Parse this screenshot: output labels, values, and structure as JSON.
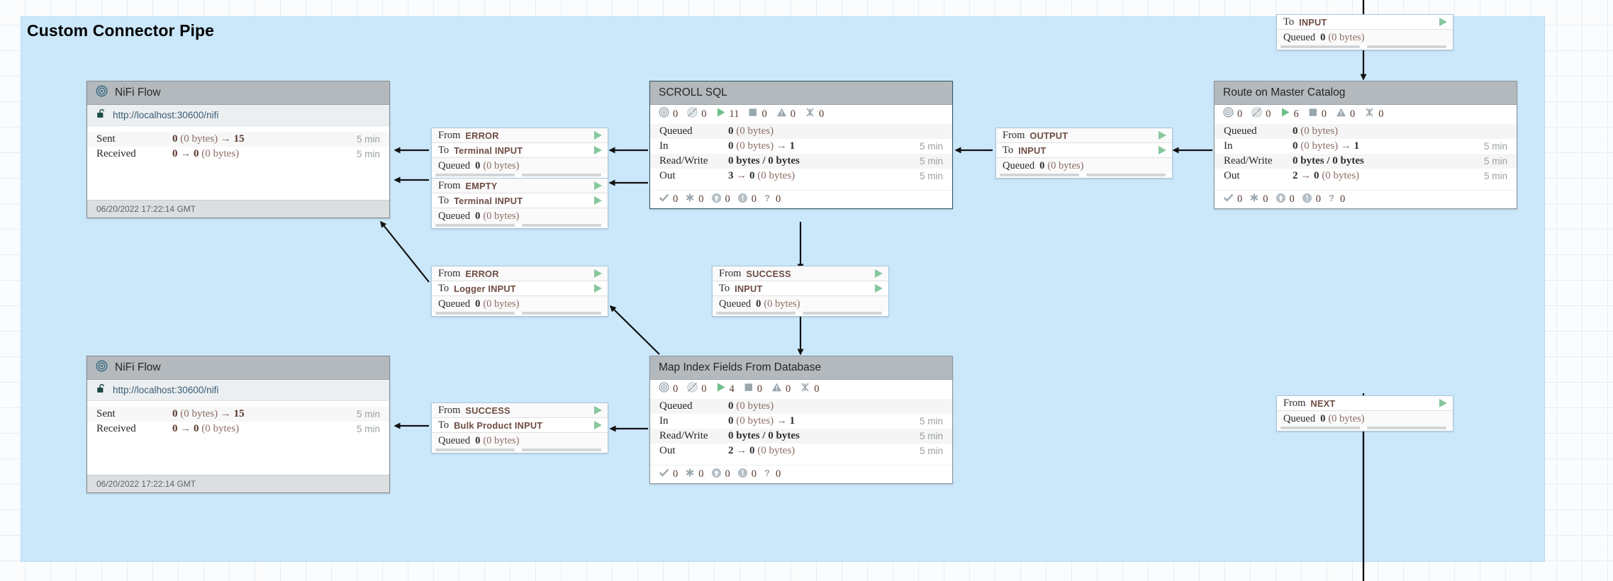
{
  "page": {
    "title": "Custom Connector Pipe",
    "canvas_bg": "#cbe8fb",
    "grid_color": "#e7edf1"
  },
  "remote_process_groups": [
    {
      "name": "nifi-flow-top",
      "title": "NiFi Flow",
      "uri": "http://localhost:30600/nifi",
      "icon": "remote-process-group-icon",
      "lock_icon": "unlocked-padlock-icon",
      "stats": [
        {
          "label": "Sent",
          "value_bold_1": "0",
          "value_rest": " (0 bytes) → ",
          "value_bold_2": "15",
          "time": "5 min"
        },
        {
          "label": "Received",
          "value_bold_1": "0",
          "value_rest": " → ",
          "value_bold_2": "0",
          "value_tail": " (0 bytes)",
          "time": "5 min"
        }
      ],
      "timestamp": "06/20/2022 17:22:14 GMT"
    },
    {
      "name": "nifi-flow-bottom",
      "title": "NiFi Flow",
      "uri": "http://localhost:30600/nifi",
      "icon": "remote-process-group-icon",
      "lock_icon": "unlocked-padlock-icon",
      "stats": [
        {
          "label": "Sent",
          "value_bold_1": "0",
          "value_rest": " (0 bytes) → ",
          "value_bold_2": "15",
          "time": "5 min"
        },
        {
          "label": "Received",
          "value_bold_1": "0",
          "value_rest": " → ",
          "value_bold_2": "0",
          "value_tail": " (0 bytes)",
          "time": "5 min"
        }
      ],
      "timestamp": "06/20/2022 17:22:14 GMT"
    }
  ],
  "process_groups": [
    {
      "name": "scroll-sql",
      "title": "SCROLL SQL",
      "counts": {
        "transmitting": "0",
        "not_transmitting": "0",
        "running": "11",
        "stopped": "0",
        "invalid": "0",
        "disabled": "0"
      },
      "stats": {
        "queued_label": "Queued",
        "queued_value": "0",
        "queued_bytes": "(0 bytes)",
        "in_label": "In",
        "in_value": "0",
        "in_rest": " (0 bytes) → ",
        "in_value2": "1",
        "in_time": "5 min",
        "rw_label": "Read/Write",
        "rw_value": "0 bytes / 0 bytes",
        "rw_time": "5 min",
        "out_label": "Out",
        "out_value": "3",
        "out_rest": " → ",
        "out_value2": "0",
        "out_tail": " (0 bytes)",
        "out_time": "5 min"
      },
      "footer": {
        "valid": "0",
        "versioned": "0",
        "sync_failure": "0",
        "locally_modified": "0",
        "unknown": "0"
      }
    },
    {
      "name": "route-on-master-catalog",
      "title": "Route on Master Catalog",
      "counts": {
        "transmitting": "0",
        "not_transmitting": "0",
        "running": "6",
        "stopped": "0",
        "invalid": "0",
        "disabled": "0"
      },
      "stats": {
        "queued_label": "Queued",
        "queued_value": "0",
        "queued_bytes": "(0 bytes)",
        "in_label": "In",
        "in_value": "0",
        "in_rest": " (0 bytes) → ",
        "in_value2": "1",
        "in_time": "5 min",
        "rw_label": "Read/Write",
        "rw_value": "0 bytes / 0 bytes",
        "rw_time": "5 min",
        "out_label": "Out",
        "out_value": "2",
        "out_rest": " → ",
        "out_value2": "0",
        "out_tail": " (0 bytes)",
        "out_time": "5 min"
      },
      "footer": {
        "valid": "0",
        "versioned": "0",
        "sync_failure": "0",
        "locally_modified": "0",
        "unknown": "0"
      }
    },
    {
      "name": "map-index-fields-from-database",
      "title": "Map Index Fields From Database",
      "counts": {
        "transmitting": "0",
        "not_transmitting": "0",
        "running": "4",
        "stopped": "0",
        "invalid": "0",
        "disabled": "0"
      },
      "stats": {
        "queued_label": "Queued",
        "queued_value": "0",
        "queued_bytes": "(0 bytes)",
        "in_label": "In",
        "in_value": "0",
        "in_rest": " (0 bytes) → ",
        "in_value2": "1",
        "in_time": "5 min",
        "rw_label": "Read/Write",
        "rw_value": "0 bytes / 0 bytes",
        "rw_time": "5 min",
        "out_label": "Out",
        "out_value": "2",
        "out_rest": " → ",
        "out_value2": "0",
        "out_tail": " (0 bytes)",
        "out_time": "5 min"
      },
      "footer": {
        "valid": "0",
        "versioned": "0",
        "sync_failure": "0",
        "locally_modified": "0",
        "unknown": "0"
      }
    }
  ],
  "connections": [
    {
      "name": "conn-to-input-top",
      "from_label": null,
      "from_value": null,
      "to_label": "To",
      "to_value": "INPUT",
      "queued_label": "Queued",
      "queued_value": "0",
      "queued_bytes": "(0 bytes)"
    },
    {
      "name": "conn-error-terminal-input-1",
      "from_label": "From",
      "from_value": "ERROR",
      "to_label": "To",
      "to_value": "Terminal INPUT",
      "queued_label": "Queued",
      "queued_value": "0",
      "queued_bytes": "(0 bytes)"
    },
    {
      "name": "conn-empty-terminal-input",
      "from_label": "From",
      "from_value": "EMPTY",
      "to_label": "To",
      "to_value": "Terminal INPUT",
      "queued_label": "Queued",
      "queued_value": "0",
      "queued_bytes": "(0 bytes)"
    },
    {
      "name": "conn-output-input",
      "from_label": "From",
      "from_value": "OUTPUT",
      "to_label": "To",
      "to_value": "INPUT",
      "queued_label": "Queued",
      "queued_value": "0",
      "queued_bytes": "(0 bytes)"
    },
    {
      "name": "conn-error-logger-input",
      "from_label": "From",
      "from_value": "ERROR",
      "to_label": "To",
      "to_value": "Logger INPUT",
      "queued_label": "Queued",
      "queued_value": "0",
      "queued_bytes": "(0 bytes)"
    },
    {
      "name": "conn-success-input",
      "from_label": "From",
      "from_value": "SUCCESS",
      "to_label": "To",
      "to_value": "INPUT",
      "queued_label": "Queued",
      "queued_value": "0",
      "queued_bytes": "(0 bytes)"
    },
    {
      "name": "conn-success-bulk-product-input",
      "from_label": "From",
      "from_value": "SUCCESS",
      "to_label": "To",
      "to_value": "Bulk Product INPUT",
      "queued_label": "Queued",
      "queued_value": "0",
      "queued_bytes": "(0 bytes)"
    },
    {
      "name": "conn-from-next",
      "from_label": "From",
      "from_value": "NEXT",
      "to_label": null,
      "to_value": null,
      "queued_label": "Queued",
      "queued_value": "0",
      "queued_bytes": "(0 bytes)"
    }
  ]
}
